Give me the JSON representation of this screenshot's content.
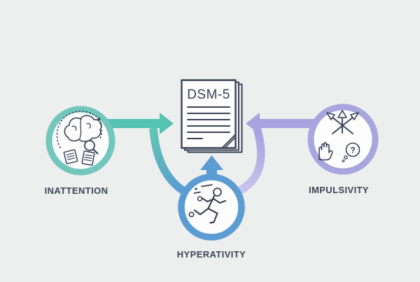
{
  "document": {
    "title": "DSM-5",
    "icon": "stacked-papers-icon"
  },
  "nodes": {
    "inattention": {
      "label": "INATTENTION",
      "ring_color": "#72c6bb",
      "arrow_color": "#54c3b1",
      "icon": "brain-magnifier-notes-icon"
    },
    "hyperativity": {
      "label": "HYPERATIVITY",
      "ring_color": "#5b9cd2",
      "arrow_color": "#5b9cd2",
      "icon": "running-person-icon"
    },
    "impulsivity": {
      "label": "IMPULSIVITY",
      "ring_color": "#a9a5de",
      "arrow_color": "#a9a3df",
      "icon": "crossed-arrows-hand-question-icon",
      "bubble_text": "?"
    }
  },
  "colors": {
    "background": "#edeeee",
    "ink": "#3a4254",
    "label_text": "#3e4656",
    "circle_fill": "#fdfdfe",
    "curve_teal_start": "#5fc4b4",
    "curve_blue_end": "#5b9cd2",
    "curve_purple_start": "#a9a3df",
    "curve_purple_end": "#c9c5ec"
  }
}
